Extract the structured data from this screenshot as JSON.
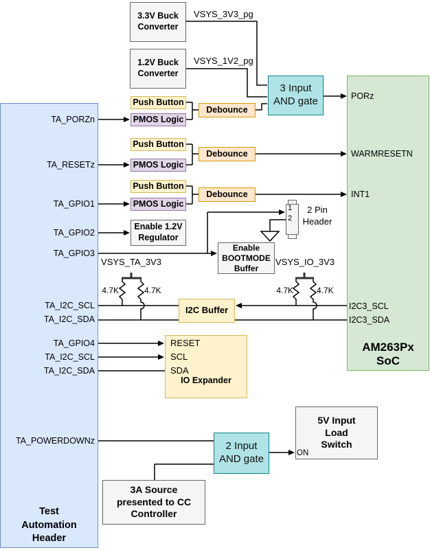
{
  "ta_header": {
    "label": "Test\nAutomation\nHeader",
    "signals": {
      "porzn": "TA_PORZn",
      "resetz": "TA_RESETz",
      "gpio1": "TA_GPIO1",
      "gpio2": "TA_GPIO2",
      "gpio3": "TA_GPIO3",
      "i2c_scl": "TA_I2C_SCL",
      "i2c_sda": "TA_I2C_SDA",
      "gpio4": "TA_GPIO4",
      "powerdownz": "TA_POWERDOWNz"
    }
  },
  "soc": {
    "label": "AM263Px\nSoC",
    "pins": {
      "porz": "PORz",
      "warmresetn": "WARMRESETN",
      "int1": "INT1",
      "i2c3_scl": "I2C3_SCL",
      "i2c3_sda": "I2C3_SDA"
    }
  },
  "blocks": {
    "buck_3v3": "3.3V Buck\nConverter",
    "buck_1v2": "1.2V Buck\nConverter",
    "and3": "3 Input\nAND gate",
    "and2": "2 Input\nAND gate",
    "push_button": "Push Button",
    "pmos_logic": "PMOS Logic",
    "debounce": "Debounce",
    "enable_1v2_regulator": "Enable 1.2V\nRegulator",
    "enable_bootmode_buffer": "Enable\nBOOTMODE\nBuffer",
    "i2c_buffer": "I2C Buffer",
    "io_expander": {
      "label": "IO Expander",
      "pins": {
        "reset": "RESET",
        "scl": "SCL",
        "sda": "SDA"
      }
    },
    "pin_header": {
      "label": "2 Pin\nHeader",
      "pin1": "1",
      "pin2": "2"
    },
    "load_switch": {
      "label": "5V Input\nLoad\nSwitch",
      "on_pin": "ON"
    },
    "source_3a": "3A Source\npresented to CC\nController"
  },
  "nets": {
    "vsys_3v3_pg": "VSYS_3V3_pg",
    "vsys_1v2_pg": "VSYS_1V2_pg",
    "vsys_ta_3v3": "VSYS_TA_3V3",
    "vsys_io_3v3": "VSYS_IO_3V3",
    "pullup_value": "4.7K"
  },
  "colors": {
    "blue_fill": "#dae8fc",
    "blue_border": "#6c8ebf",
    "green_fill": "#d5e8d4",
    "green_border": "#82b366",
    "teal_fill": "#b0e3e6",
    "teal_border": "#0e8088",
    "yellow_fill": "#fff2cc",
    "yellow_border": "#d6b656",
    "purple_fill": "#e1d5e7",
    "purple_border": "#9673a6",
    "orange_fill": "#ffe6cc",
    "orange_border": "#d79b00",
    "gray_fill": "#f5f5f5",
    "gray_border": "#666666",
    "wire": "#000000"
  }
}
